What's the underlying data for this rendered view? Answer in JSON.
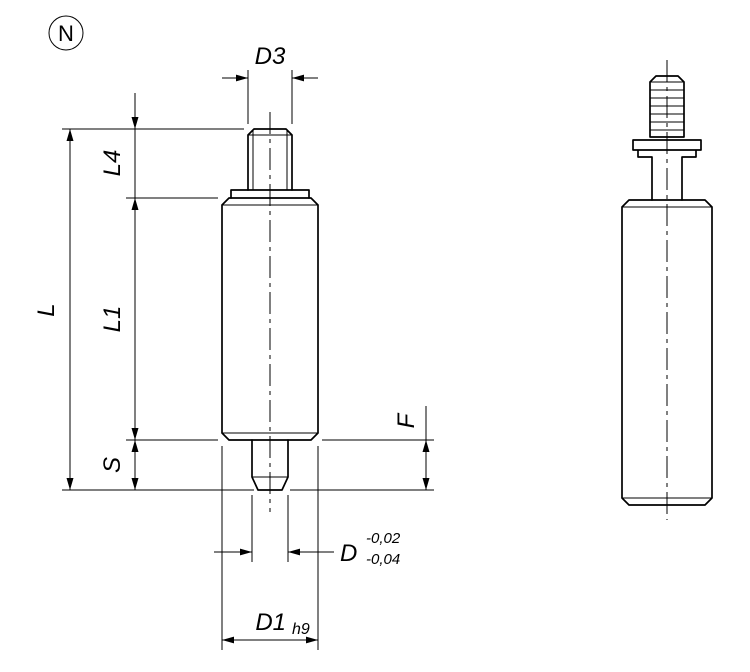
{
  "page": {
    "background": "#ffffff",
    "line_color": "#000000"
  },
  "marker": {
    "label": "N"
  },
  "dimensions": {
    "d3": "D3",
    "l4": "L4",
    "l": "L",
    "l1": "L1",
    "s": "S",
    "f": "F",
    "d": "D",
    "d_tol_upper": "-0,02",
    "d_tol_lower": "-0,04",
    "d1": "D1",
    "d1_fit": "h9"
  }
}
